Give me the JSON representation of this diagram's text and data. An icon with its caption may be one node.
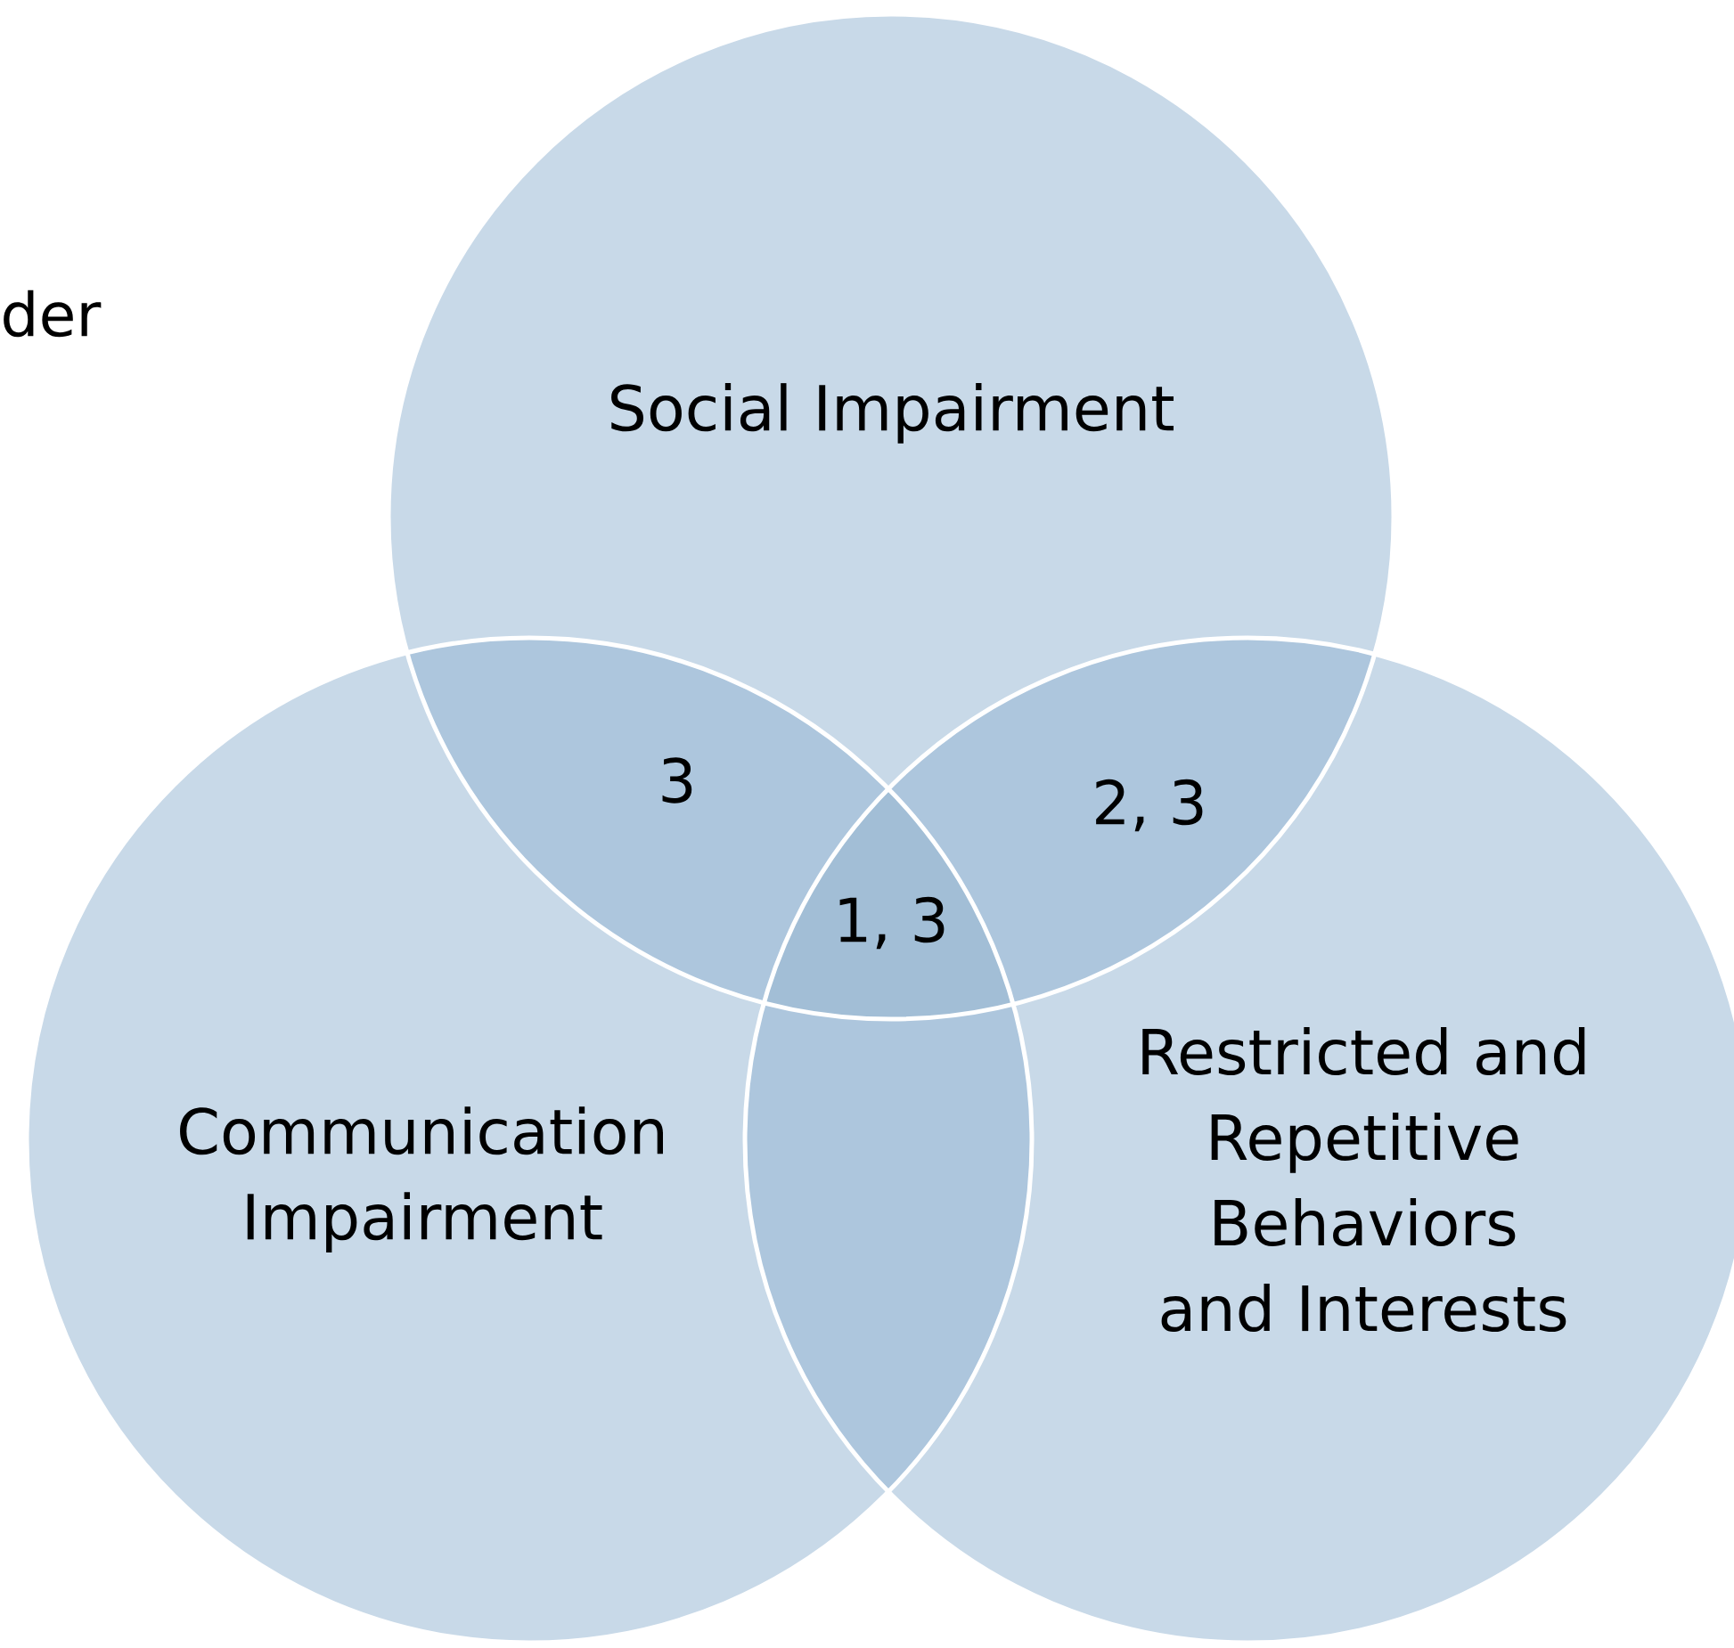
{
  "diagram": {
    "nodes": [
      {
        "text": [
          "Social Impairment"
        ]
      },
      {
        "text": [
          "Communication Impairment"
        ]
      },
      {
        "text": [
          "Restricted and Repetitive Behaviors and Interests"
        ]
      }
    ],
    "labels": [
      "der",
      "3",
      "2, 3",
      "1, 3"
    ]
  }
}
